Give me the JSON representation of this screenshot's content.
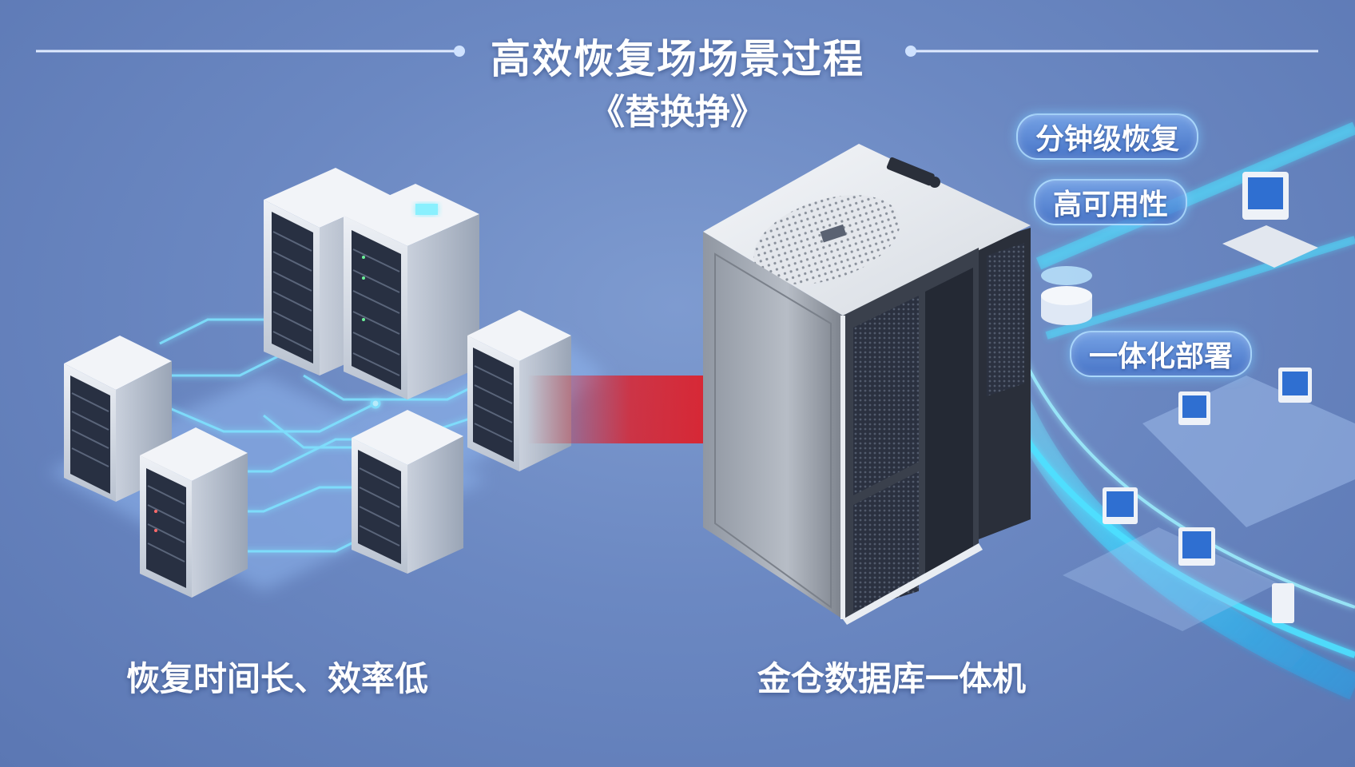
{
  "header": {
    "title": "高效恢复场场景过程",
    "subtitle": "《替换挣》"
  },
  "captions": {
    "left": "恢复时间长、效率低",
    "right": "金仓数据库一体机"
  },
  "badges": [
    {
      "label": "分钟级恢复"
    },
    {
      "label": "高可用性"
    },
    {
      "label": "一体化部署"
    }
  ],
  "colors": {
    "background": "#6b88c2",
    "arrow": "#e8141a",
    "glow": "#3fd6ff"
  }
}
